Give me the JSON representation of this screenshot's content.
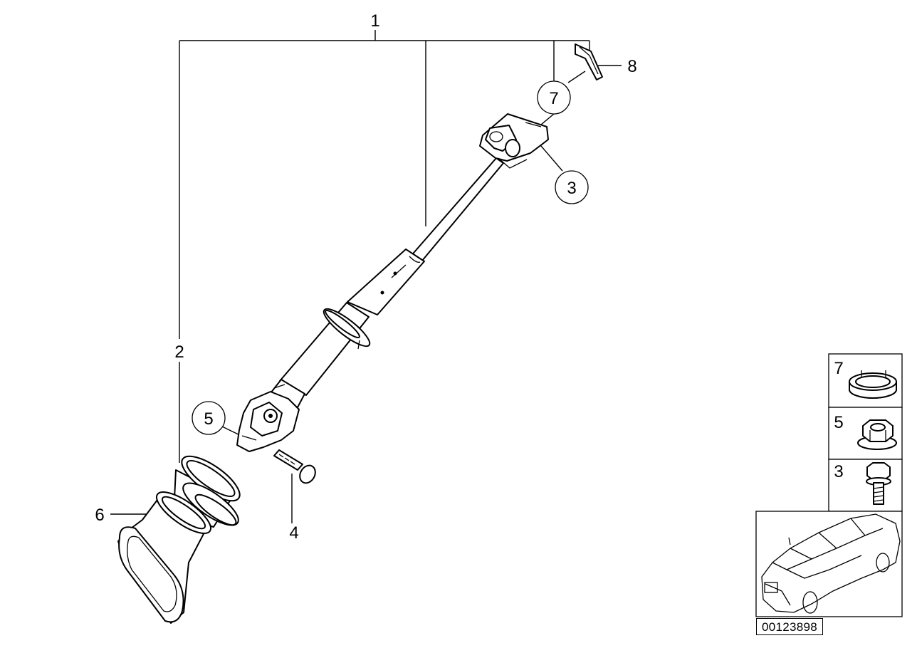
{
  "callouts": {
    "c1": "1",
    "c2": "2",
    "c3": "3",
    "c4": "4",
    "c5": "5",
    "c6": "6",
    "c7": "7",
    "c8": "8"
  },
  "legend": {
    "item7": "7",
    "item5": "5",
    "item3": "3"
  },
  "document_id": "00123898"
}
